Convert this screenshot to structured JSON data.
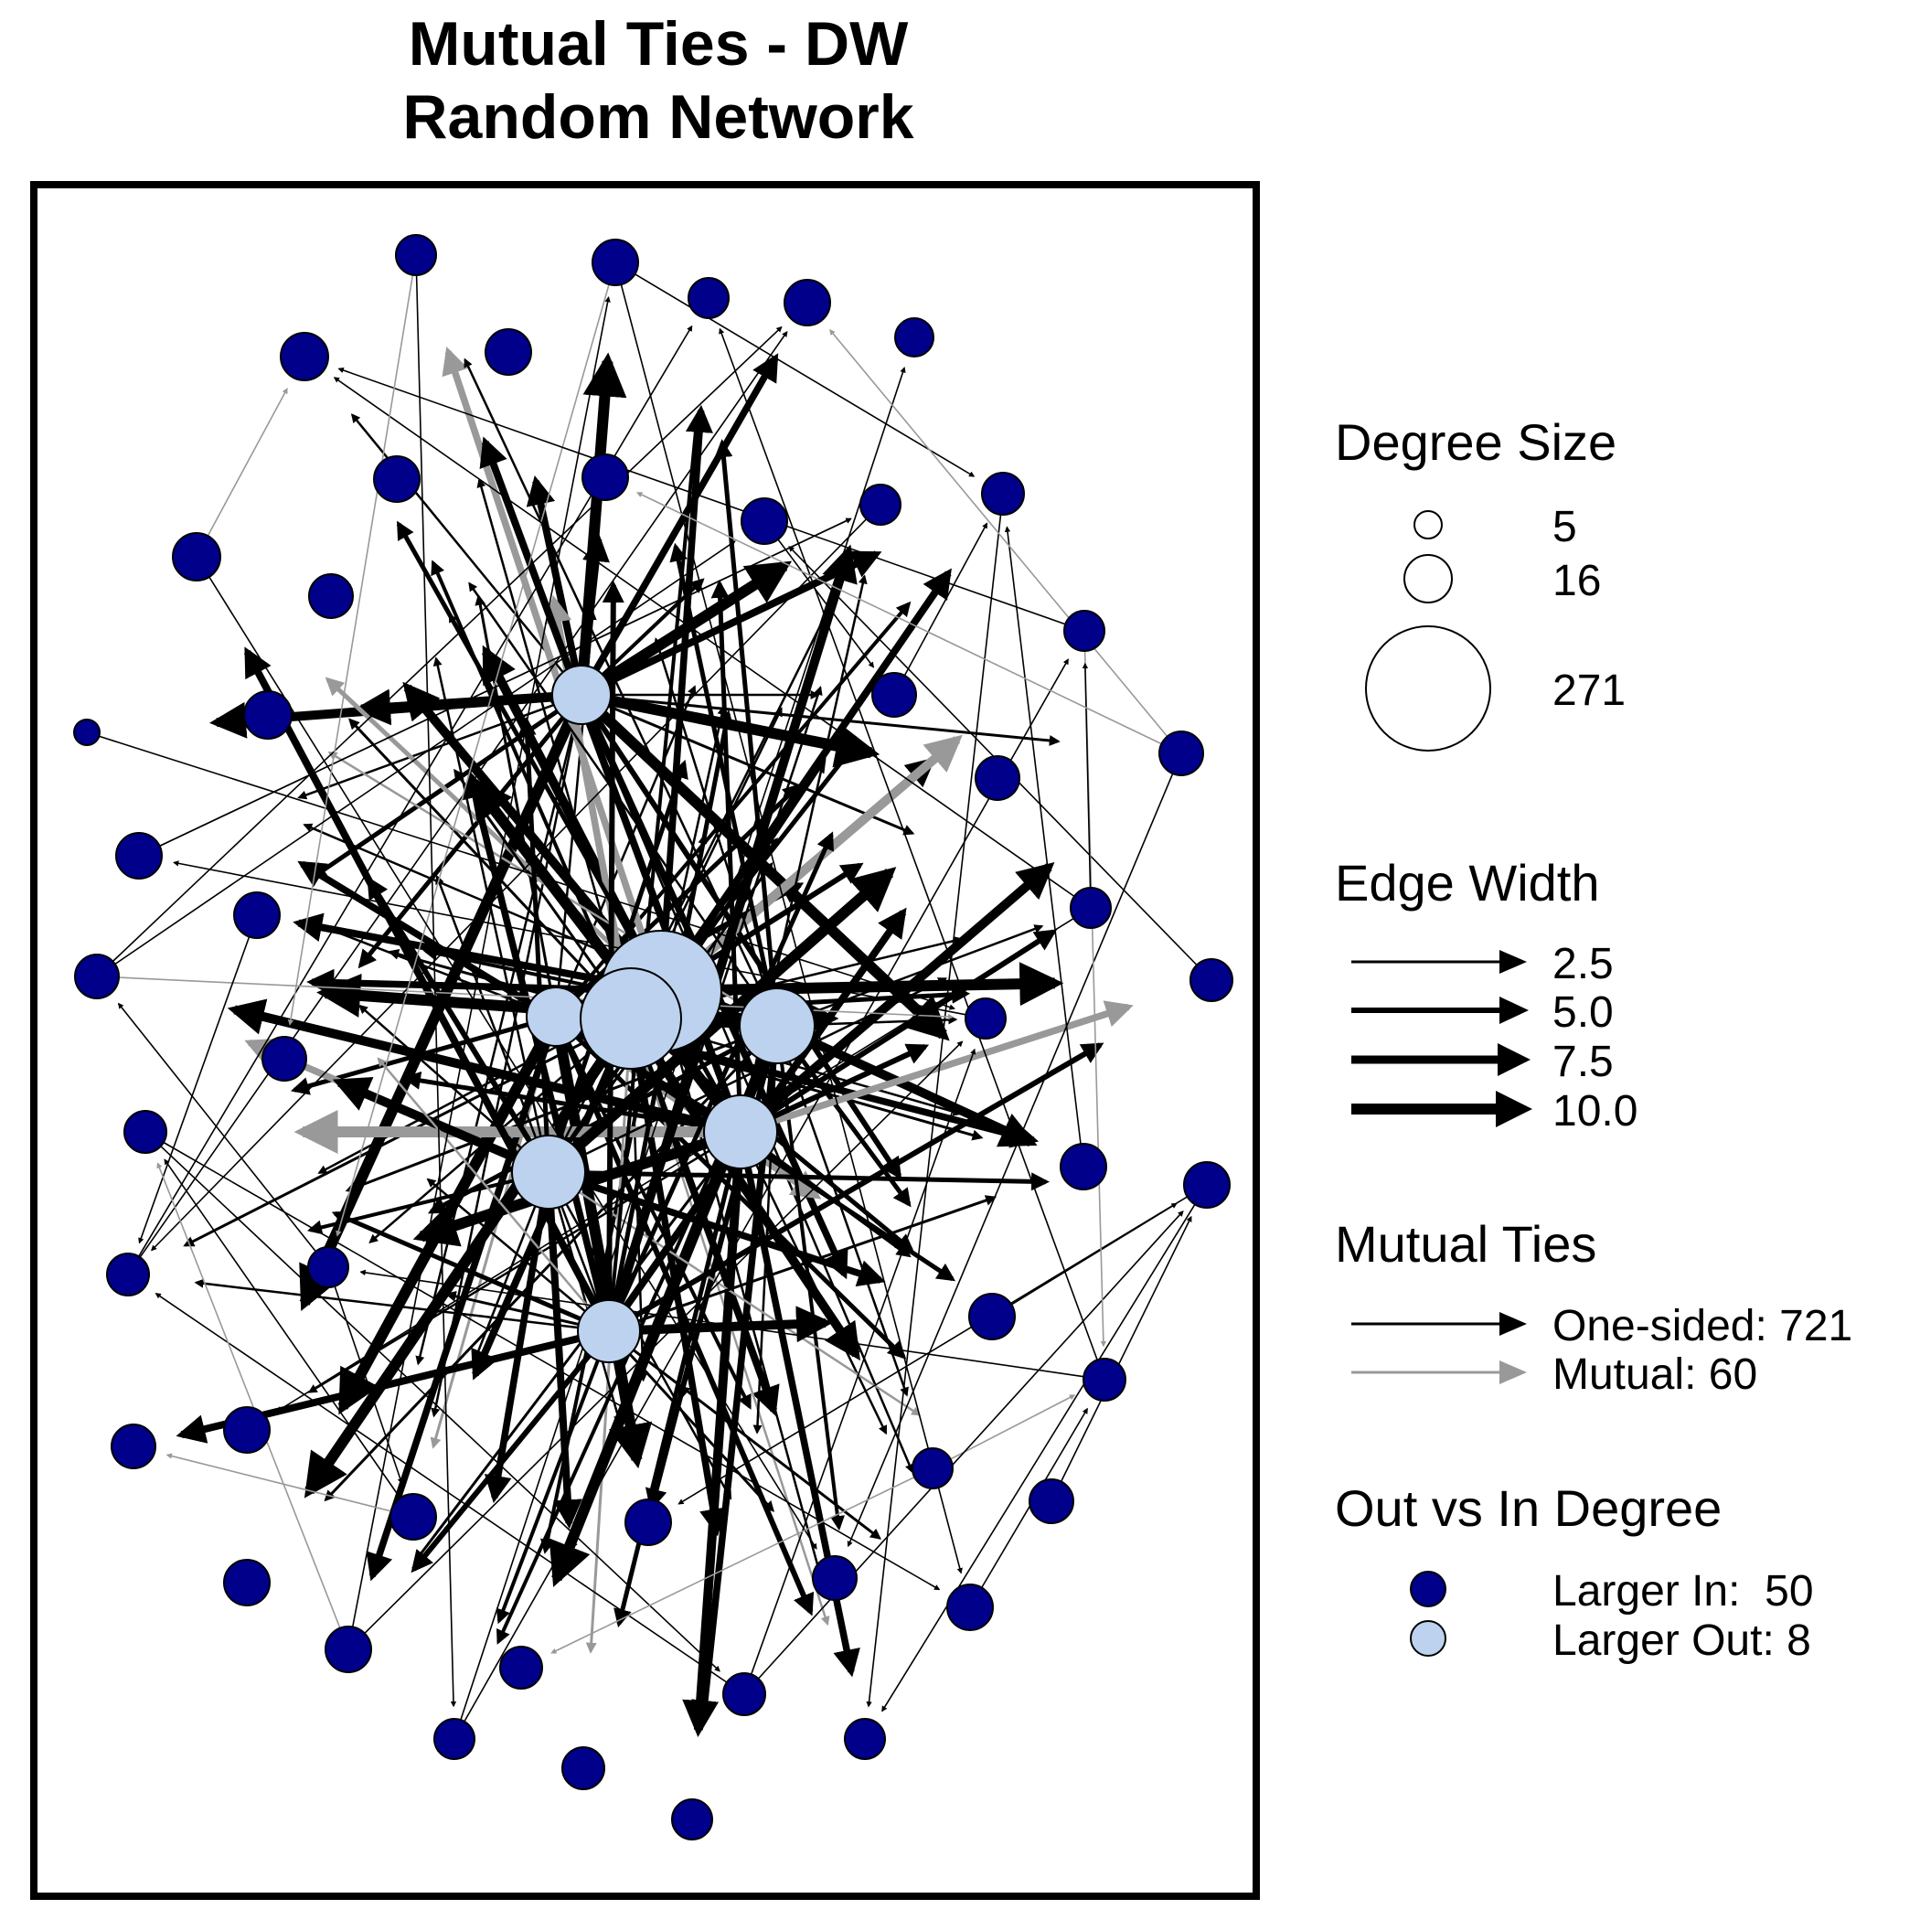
{
  "title": {
    "line1": "Mutual Ties - DW",
    "line2": "Random Network"
  },
  "colors": {
    "larger_in": "#00008B",
    "larger_out": "#BCD2EE",
    "one_sided": "#000000",
    "mutual": "#999999"
  },
  "legend": {
    "degree_size": {
      "title": "Degree Size",
      "items": [
        {
          "label": "5",
          "degree": 5
        },
        {
          "label": "16",
          "degree": 16
        },
        {
          "label": "271",
          "degree": 271
        }
      ]
    },
    "edge_width": {
      "title": "Edge Width",
      "items": [
        {
          "label": "2.5",
          "width": 2.5
        },
        {
          "label": "5.0",
          "width": 5.0
        },
        {
          "label": "7.5",
          "width": 7.5
        },
        {
          "label": "10.0",
          "width": 10.0
        }
      ]
    },
    "mutual_ties": {
      "title": "Mutual Ties",
      "items": [
        {
          "label": "One-sided: 721",
          "type": "one_sided"
        },
        {
          "label": "Mutual: 60",
          "type": "mutual"
        }
      ]
    },
    "out_vs_in": {
      "title": "Out vs In Degree",
      "items": [
        {
          "label": "Larger In:  50",
          "type": "larger_in"
        },
        {
          "label": "Larger Out: 8",
          "type": "larger_out"
        }
      ]
    }
  }
}
